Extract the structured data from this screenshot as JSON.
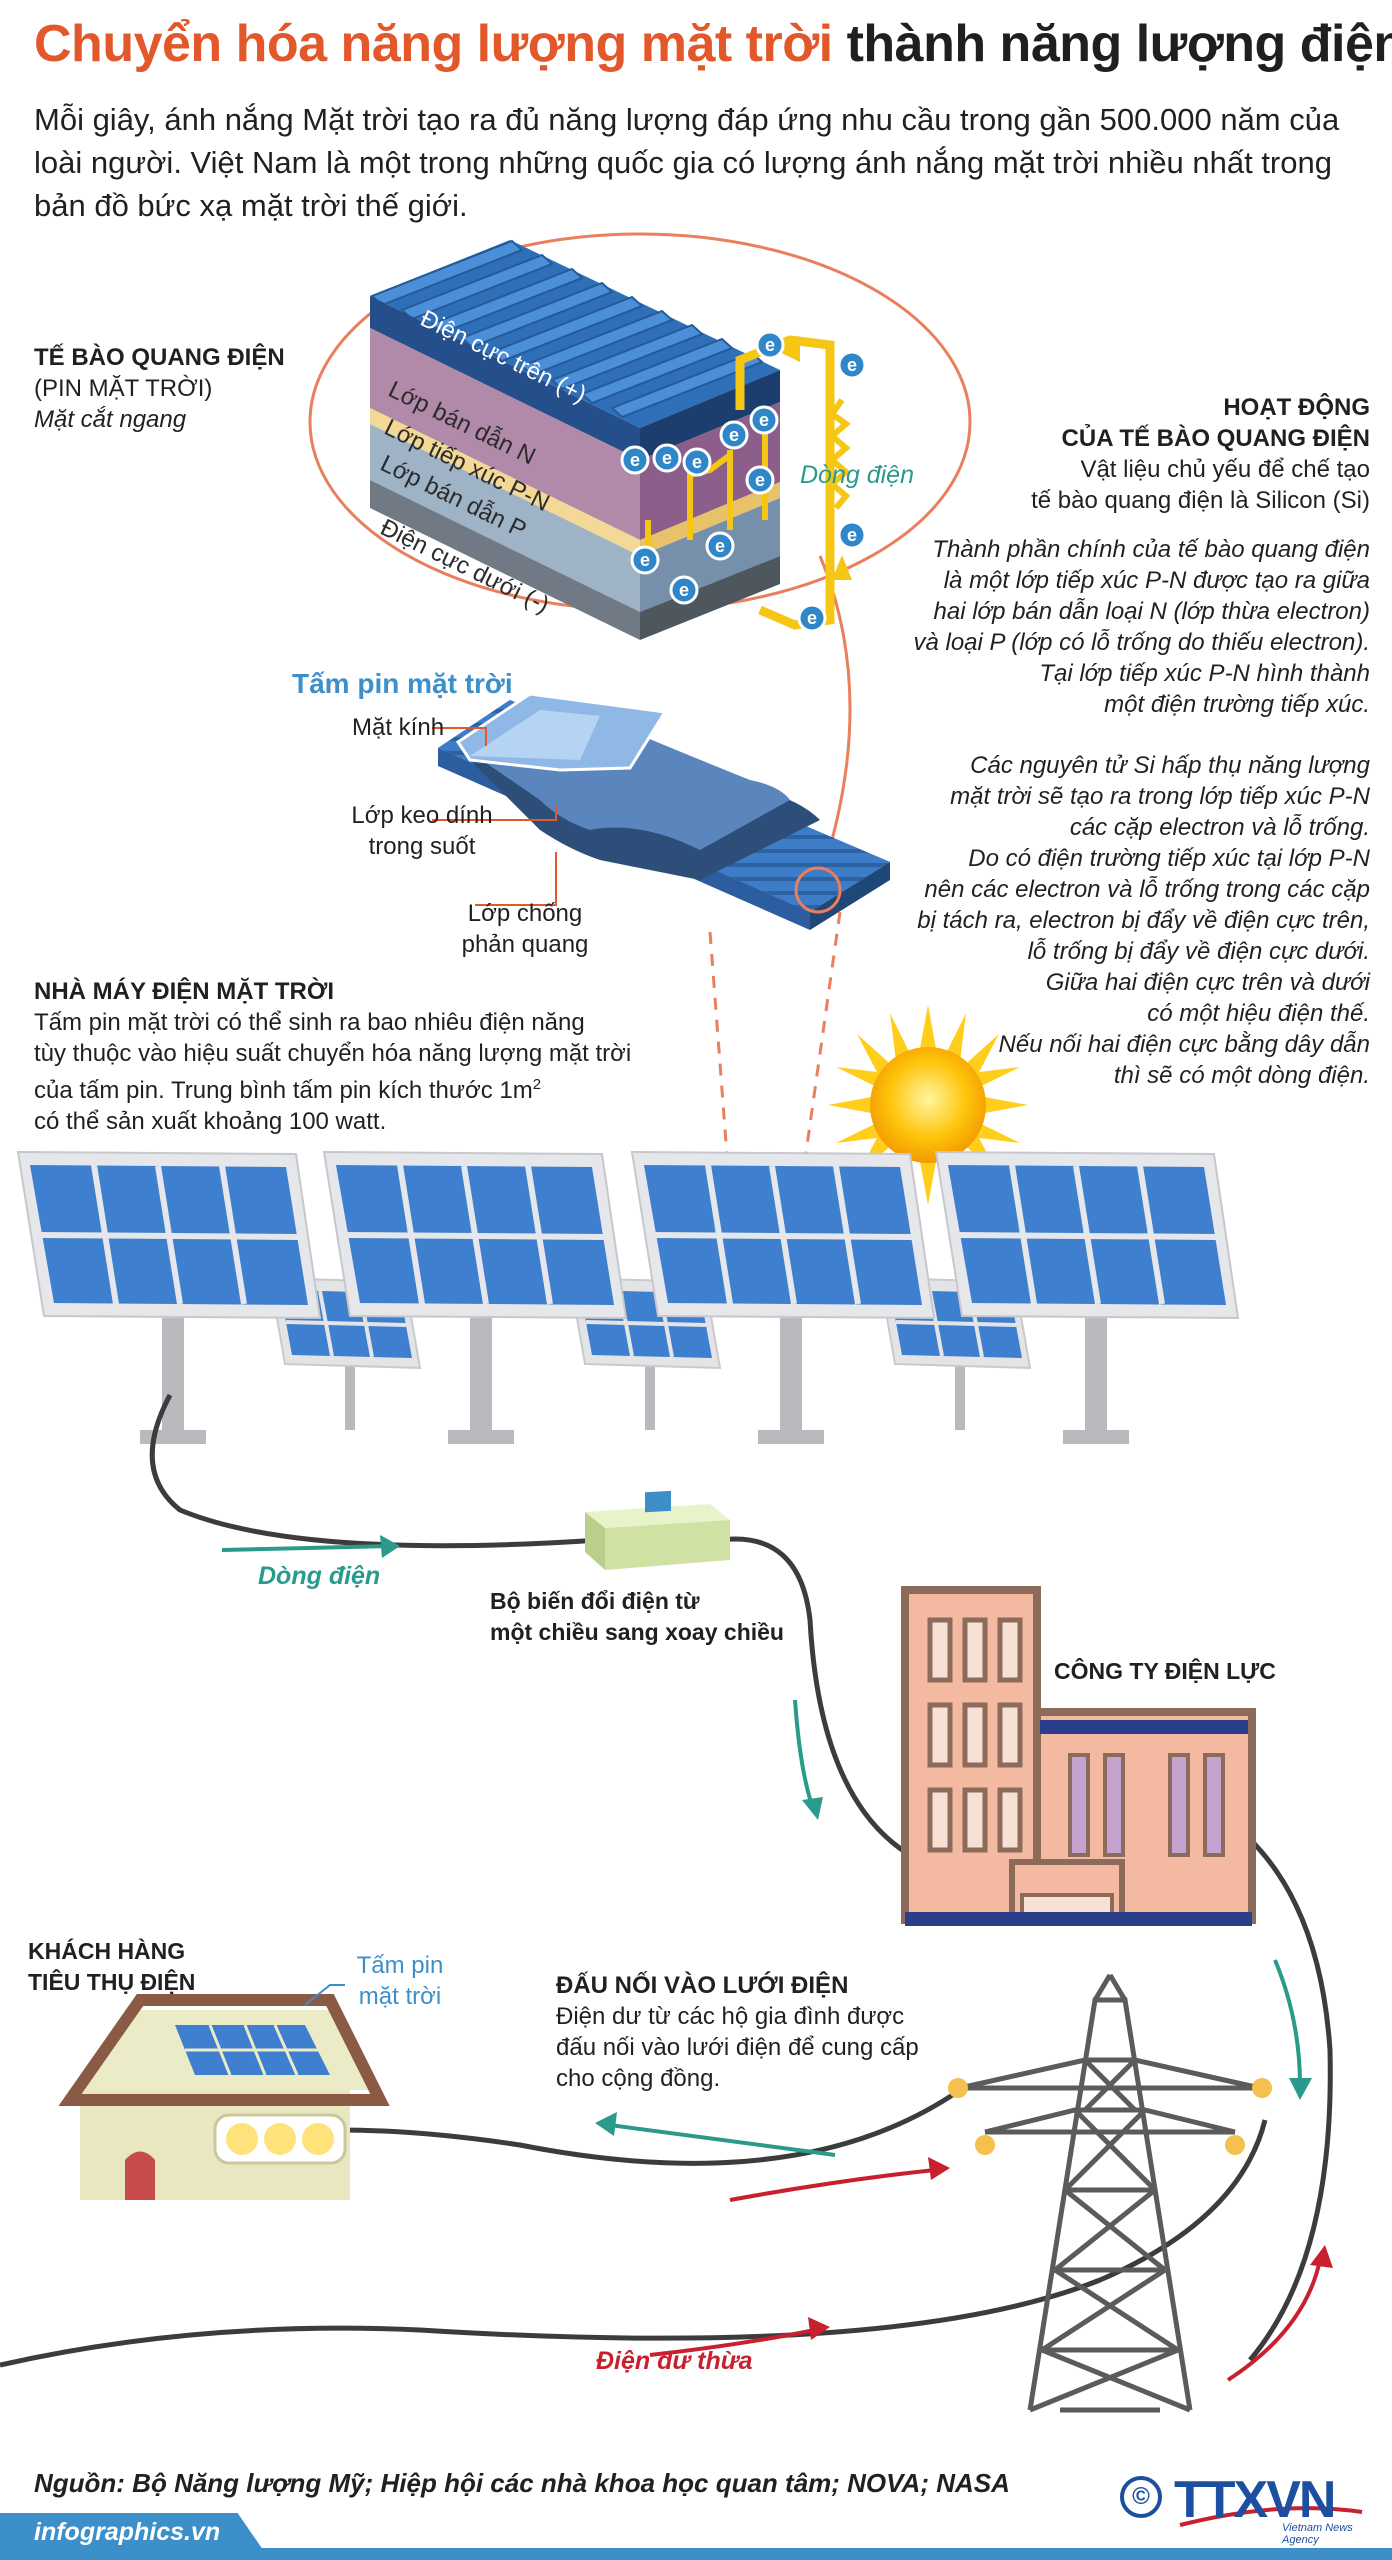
{
  "title": {
    "part1": "Chuyển hóa năng lượng mặt trời",
    "part2": "thành năng lượng điện"
  },
  "intro": "Mỗi giây, ánh nắng Mặt trời tạo ra đủ năng lượng đáp ứng nhu cầu trong gần 500.000 năm của loài người. Việt Nam là một trong những quốc gia có lượng ánh nắng mặt trời nhiều nhất trong bản đồ bức xạ mặt trời thế giới.",
  "cell": {
    "heading": "TẾ BÀO QUANG ĐIỆN",
    "sub": "(PIN MẶT TRỜI)",
    "cross_section": "Mặt cắt ngang",
    "layers": {
      "top_electrode": "Điện cực trên (+)",
      "n_layer": "Lớp bán dẫn N",
      "pn_junction": "Lớp tiếp xúc P-N",
      "p_layer": "Lớp bán dẫn P",
      "bottom_electrode": "Điện cực dưới (-)"
    },
    "electron_symbol": "e",
    "current": "Dòng điện"
  },
  "operation": {
    "heading_line1": "HOẠT ĐỘNG",
    "heading_line2": "CỦA TẾ BÀO QUANG ĐIỆN",
    "material": [
      "Vật liệu chủ yếu để chế tạo",
      "tế bào quang điện là Silicon (Si)"
    ],
    "para1": [
      "Thành phần chính của tế bào quang điện",
      "là một lớp tiếp xúc P-N được tạo ra giữa",
      "hai lớp bán dẫn loại N (lớp thừa electron)",
      "và loại P (lớp có lỗ trống do thiếu electron).",
      "Tại lớp tiếp xúc P-N hình thành",
      "một điện trường tiếp xúc."
    ],
    "para2": [
      "Các nguyên tử Si hấp thụ năng lượng",
      "mặt trời sẽ tạo ra trong lớp tiếp xúc P-N",
      "các cặp electron và lỗ trống.",
      "Do có điện trường tiếp xúc tại lớp P-N",
      "nên các electron và lỗ trống trong các cặp",
      "bị tách ra, electron bị đẩy về điện cực trên,",
      "lỗ trống bị đẩy về điện cực dưới.",
      "Giữa hai điện cực trên và dưới",
      "có một hiệu điện thế.",
      "Nếu nối hai điện cực bằng dây dẫn",
      "thì sẽ có một dòng điện."
    ]
  },
  "panel": {
    "heading": "Tấm pin mặt trời",
    "glass": "Mặt kính",
    "adhesive": [
      "Lớp keo dính",
      "trong suốt"
    ],
    "antireflect": [
      "Lớp chống",
      "phản quang"
    ]
  },
  "plant": {
    "heading": "NHÀ MÁY ĐIỆN MẶT TRỜI",
    "text_lines": [
      "Tấm pin mặt trời có thể sinh ra bao nhiêu điện năng",
      "tùy thuộc vào hiệu suất chuyển hóa năng lượng mặt trời",
      "của tấm pin. Trung bình tấm pin kích thước 1m",
      "có thể sản xuất khoảng 100 watt."
    ],
    "superscript": "2"
  },
  "flow": {
    "current_label": "Dòng điện",
    "inverter": [
      "Bộ biến đổi điện từ",
      "một chiều sang xoay chiều"
    ],
    "utility": "CÔNG TY ĐIỆN LỰC",
    "customer": [
      "KHÁCH HÀNG",
      "TIÊU THỤ ĐIỆN"
    ],
    "roof_panel": [
      "Tấm pin",
      "mặt trời"
    ],
    "grid_heading": "ĐẤU NỐI VÀO LƯỚI ĐIỆN",
    "grid_text": [
      "Điện dư từ các hộ gia đình được",
      "đấu nối vào lưới điện để cung cấp",
      "cho cộng đồng."
    ],
    "surplus": "Điện dư thừa"
  },
  "footer": {
    "source": "Nguồn: Bộ Năng lượng Mỹ; Hiệp hội các nhà khoa học quan tâm; NOVA; NASA",
    "site": "infographics.vn",
    "copyright": "©",
    "logo": "TTXVN",
    "agency": "Vietnam News Agency"
  },
  "colors": {
    "accent": "#e2582a",
    "blue": "#3d8fc9",
    "teal": "#2a9a8c",
    "red": "#c8202e",
    "panel_blue": "#3f7fd0",
    "wire": "#3c3c3c",
    "yellow": "#f6c614"
  }
}
